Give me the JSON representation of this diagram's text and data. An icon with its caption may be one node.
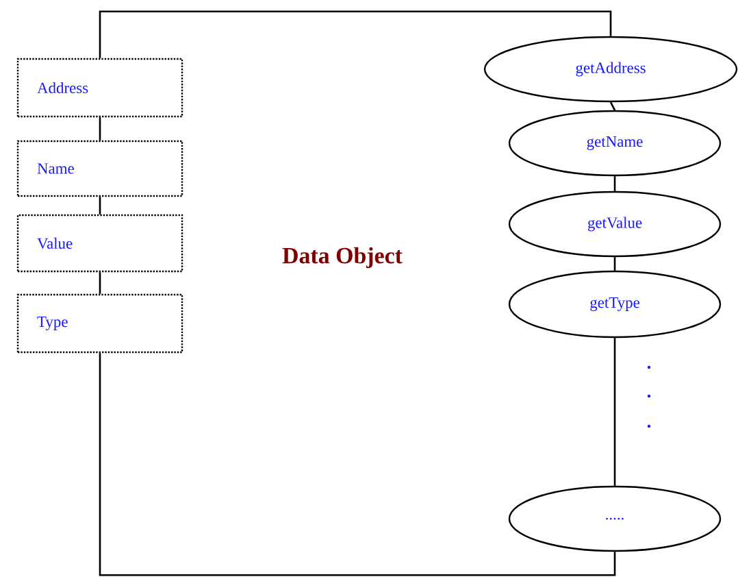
{
  "diagram": {
    "nodes": [
      {
        "text": [
          "Address"
        ]
      },
      {
        "text": [
          "Name"
        ]
      },
      {
        "text": [
          "Value"
        ]
      },
      {
        "text": [
          "Type"
        ]
      },
      {
        "text": [
          "getAddress"
        ]
      },
      {
        "text": [
          "getName"
        ]
      },
      {
        "text": [
          "getValue"
        ]
      },
      {
        "text": [
          "getType"
        ]
      },
      {
        "text": [
          "....."
        ]
      }
    ],
    "edges": [
      {
        "from": 0,
        "to": 1,
        "arrow": "none"
      },
      {
        "from": 1,
        "to": 2,
        "arrow": "none"
      },
      {
        "from": 2,
        "to": 3,
        "arrow": "none"
      },
      {
        "from": 3,
        "to": 8,
        "arrow": "none"
      },
      {
        "from": 8,
        "to": 7,
        "arrow": "none"
      },
      {
        "from": 7,
        "to": 6,
        "arrow": "none"
      },
      {
        "from": 6,
        "to": 5,
        "arrow": "none"
      },
      {
        "from": 5,
        "to": 4,
        "arrow": "none"
      },
      {
        "from": 4,
        "to": 0,
        "arrow": "none"
      }
    ],
    "labels": [
      "Data Object"
    ]
  }
}
